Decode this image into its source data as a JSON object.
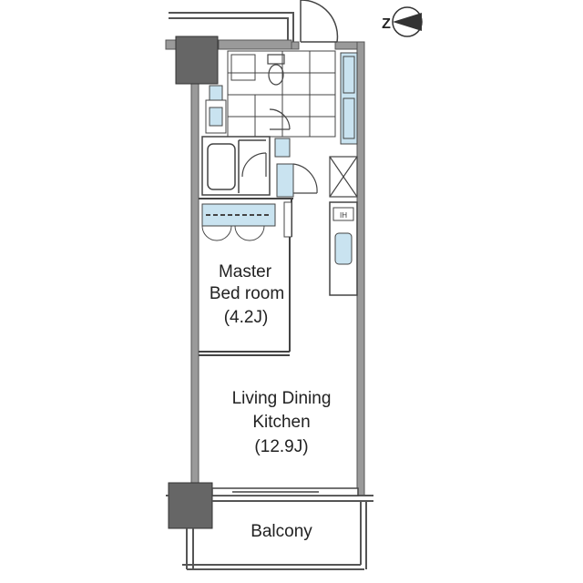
{
  "compass": {
    "label": "Z",
    "icon": "north-arrow-icon"
  },
  "colors": {
    "wall": "#8a8a8a",
    "wall_dark": "#555555",
    "fixture": "#c9e3f0",
    "line": "#333333",
    "column": "#666666"
  },
  "rooms": {
    "master_bedroom": {
      "line1": "Master",
      "line2": "Bed room",
      "size": "(4.2J)"
    },
    "ldk": {
      "line1": "Living Dining",
      "line2": "Kitchen",
      "size": "(12.9J)"
    },
    "balcony": {
      "name": "Balcony"
    }
  },
  "kitchen": {
    "stove_label": "IH",
    "sink_icon": "sink-icon"
  }
}
